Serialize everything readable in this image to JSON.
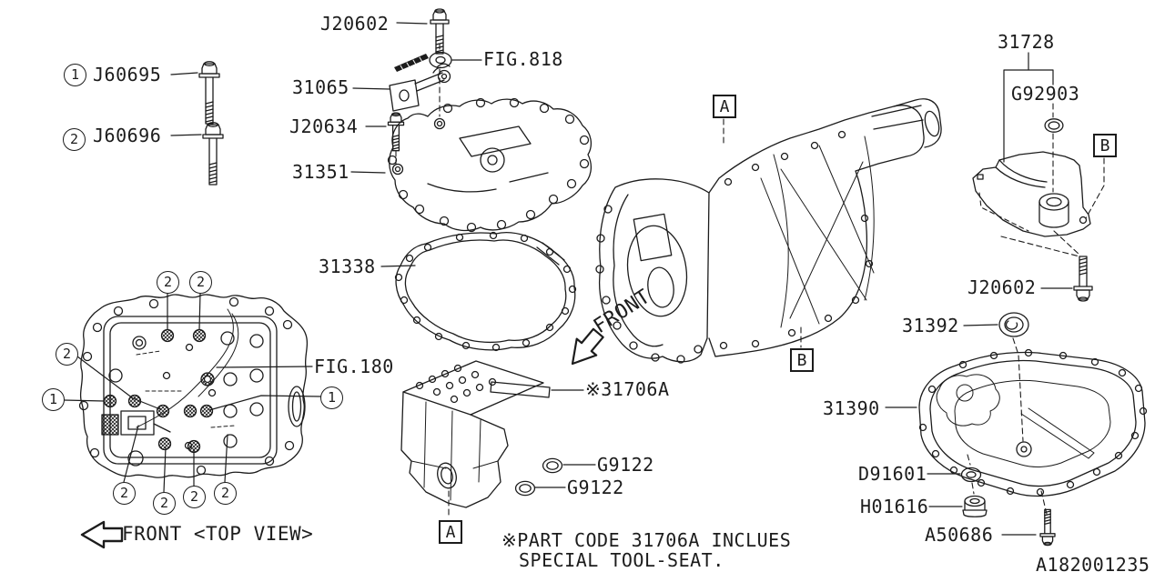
{
  "doc_number": "A182001235",
  "note": {
    "line1": "※PART CODE 31706A INCLUES",
    "line2": "SPECIAL TOOL-SEAT."
  },
  "orientation": {
    "front_top_view": "FRONT <TOP VIEW>",
    "front": "FRONT"
  },
  "refs": {
    "a": "A",
    "b": "B"
  },
  "callouts": {
    "one": "1",
    "two": "2"
  },
  "labels": {
    "j20602_top": "J20602",
    "fig818": "FIG.818",
    "p31065": "31065",
    "j20634": "J20634",
    "p31351": "31351",
    "p31338": "31338",
    "j60695": "J60695",
    "j60696": "J60696",
    "fig180": "FIG.180",
    "p31706a": "※31706A",
    "g9122_upper": "G9122",
    "g9122_lower": "G9122",
    "p31728": "31728",
    "g92903": "G92903",
    "j20602_right": "J20602",
    "p31392": "31392",
    "p31390": "31390",
    "d91601": "D91601",
    "h01616": "H01616",
    "a50686": "A50686"
  },
  "colors": {
    "ink": "#1c1c1c",
    "background": "#ffffff"
  }
}
